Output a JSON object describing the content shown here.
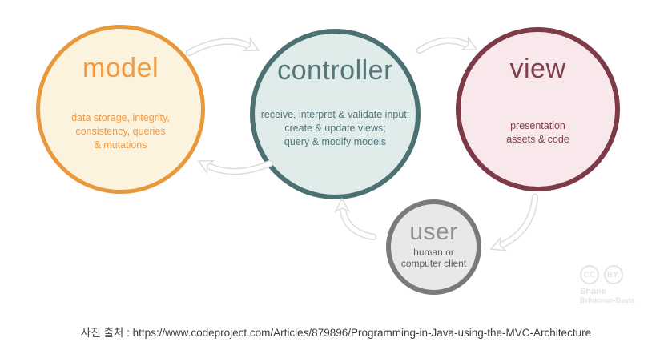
{
  "diagram": {
    "title_semantic": "MVC architecture diagram",
    "nodes": [
      {
        "id": "model",
        "title": "model",
        "body": "data storage, integrity,\nconsistency, queries\n& mutations"
      },
      {
        "id": "controller",
        "title": "controller",
        "body": "receive, interpret & validate input;\ncreate & update views;\nquery & modify models"
      },
      {
        "id": "view",
        "title": "view",
        "body": "presentation\nassets & code"
      },
      {
        "id": "user",
        "title": "user",
        "body": "human or\ncomputer client"
      }
    ],
    "arrows": [
      {
        "from": "model",
        "to": "controller"
      },
      {
        "from": "controller",
        "to": "view"
      },
      {
        "from": "controller",
        "to": "model"
      },
      {
        "from": "view",
        "to": "user"
      },
      {
        "from": "user",
        "to": "controller"
      }
    ],
    "colors": {
      "model_accent": "#E8993C",
      "model_fill": "#FCF3DF",
      "model_text": "#F19A40",
      "controller_accent": "#4D7173",
      "controller_fill": "#DFECEA",
      "controller_text": "#557579",
      "view_accent": "#7C3B46",
      "view_fill": "#F9E8EB",
      "view_text": "#7E3E4A",
      "user_accent": "#7A7A7A",
      "user_fill": "#E8E8E8",
      "user_text": "#909090",
      "arrow_outline": "#DCDCDC",
      "arrow_fill": "#FFFFFF"
    }
  },
  "watermark": {
    "cc_label": "CC",
    "by_label": "BY:",
    "author_line1": "Shane",
    "author_line2": "Brinkman-Davis",
    "color": "#E3E3E3"
  },
  "caption": {
    "text": "사진 출처 : https://www.codeproject.com/Articles/879896/Programming-in-Java-using-the-MVC-Architecture",
    "color": "#3C3C3C"
  }
}
